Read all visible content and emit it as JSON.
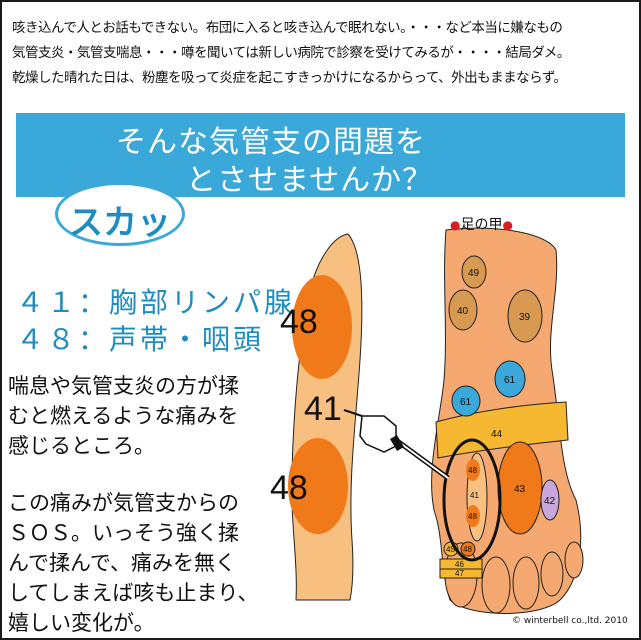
{
  "intro": {
    "line1": "咳き込んで人とお話もできない。布団に入ると咳き込んで眠れない。・・・など本当に嫌なもの",
    "line2": "気管支炎・気管支喘息・・・噂を聞いては新しい病院で診察を受けてみるが・・・・結局ダメ。",
    "line3": "乾燥した晴れた日は、粉塵を吸って炎症を起こすきっかけになるからって、外出もままならず。"
  },
  "banner": {
    "line1": "そんな気管支の問題を",
    "line2": "とさせませんか？"
  },
  "badge": "スカッ",
  "legend": {
    "item1": "４１：胸部リンパ腺",
    "item2": "４８：声帯・咽頭"
  },
  "description": {
    "p1_line1": "喘息や気管支炎の方が揉",
    "p1_line2": "むと燃えるような痛みを",
    "p1_line3": "感じるところ。",
    "p2_line1": "この痛みが気管支からの",
    "p2_line2": "ＳＯＳ。いっそう強く揉",
    "p2_line3": "んで揉んで、痛みを無く",
    "p2_line4": "してしまえば咳も止まり、",
    "p2_line5": "嬉しい変化が。"
  },
  "foot_top": {
    "label": "足の甲"
  },
  "inner_foot_zones": {
    "top": "48",
    "middle": "41",
    "bottom": "48"
  },
  "foot_zones": {
    "z49": "49",
    "z40": "40",
    "z39": "39",
    "z61a": "61",
    "z61b": "61",
    "z44": "44",
    "z43": "43",
    "z42": "42",
    "z48a": "48",
    "z41": "41",
    "z48b": "48",
    "z45": "45",
    "z46": "46",
    "z47": "47",
    "z48c": "48"
  },
  "copyright": "© winterbell co.,ltd. 2010",
  "colors": {
    "banner": "#3aa8d8",
    "legend_text": "#1e8cc0",
    "skin": "#f5a870",
    "zone_orange": "#f07a1a",
    "zone_brown": "#d89a50",
    "zone_blue": "#3aa8d8",
    "zone_purple": "#c8a8dc",
    "band_yellow": "#f5b830",
    "inner_foot": "#f7c080"
  }
}
